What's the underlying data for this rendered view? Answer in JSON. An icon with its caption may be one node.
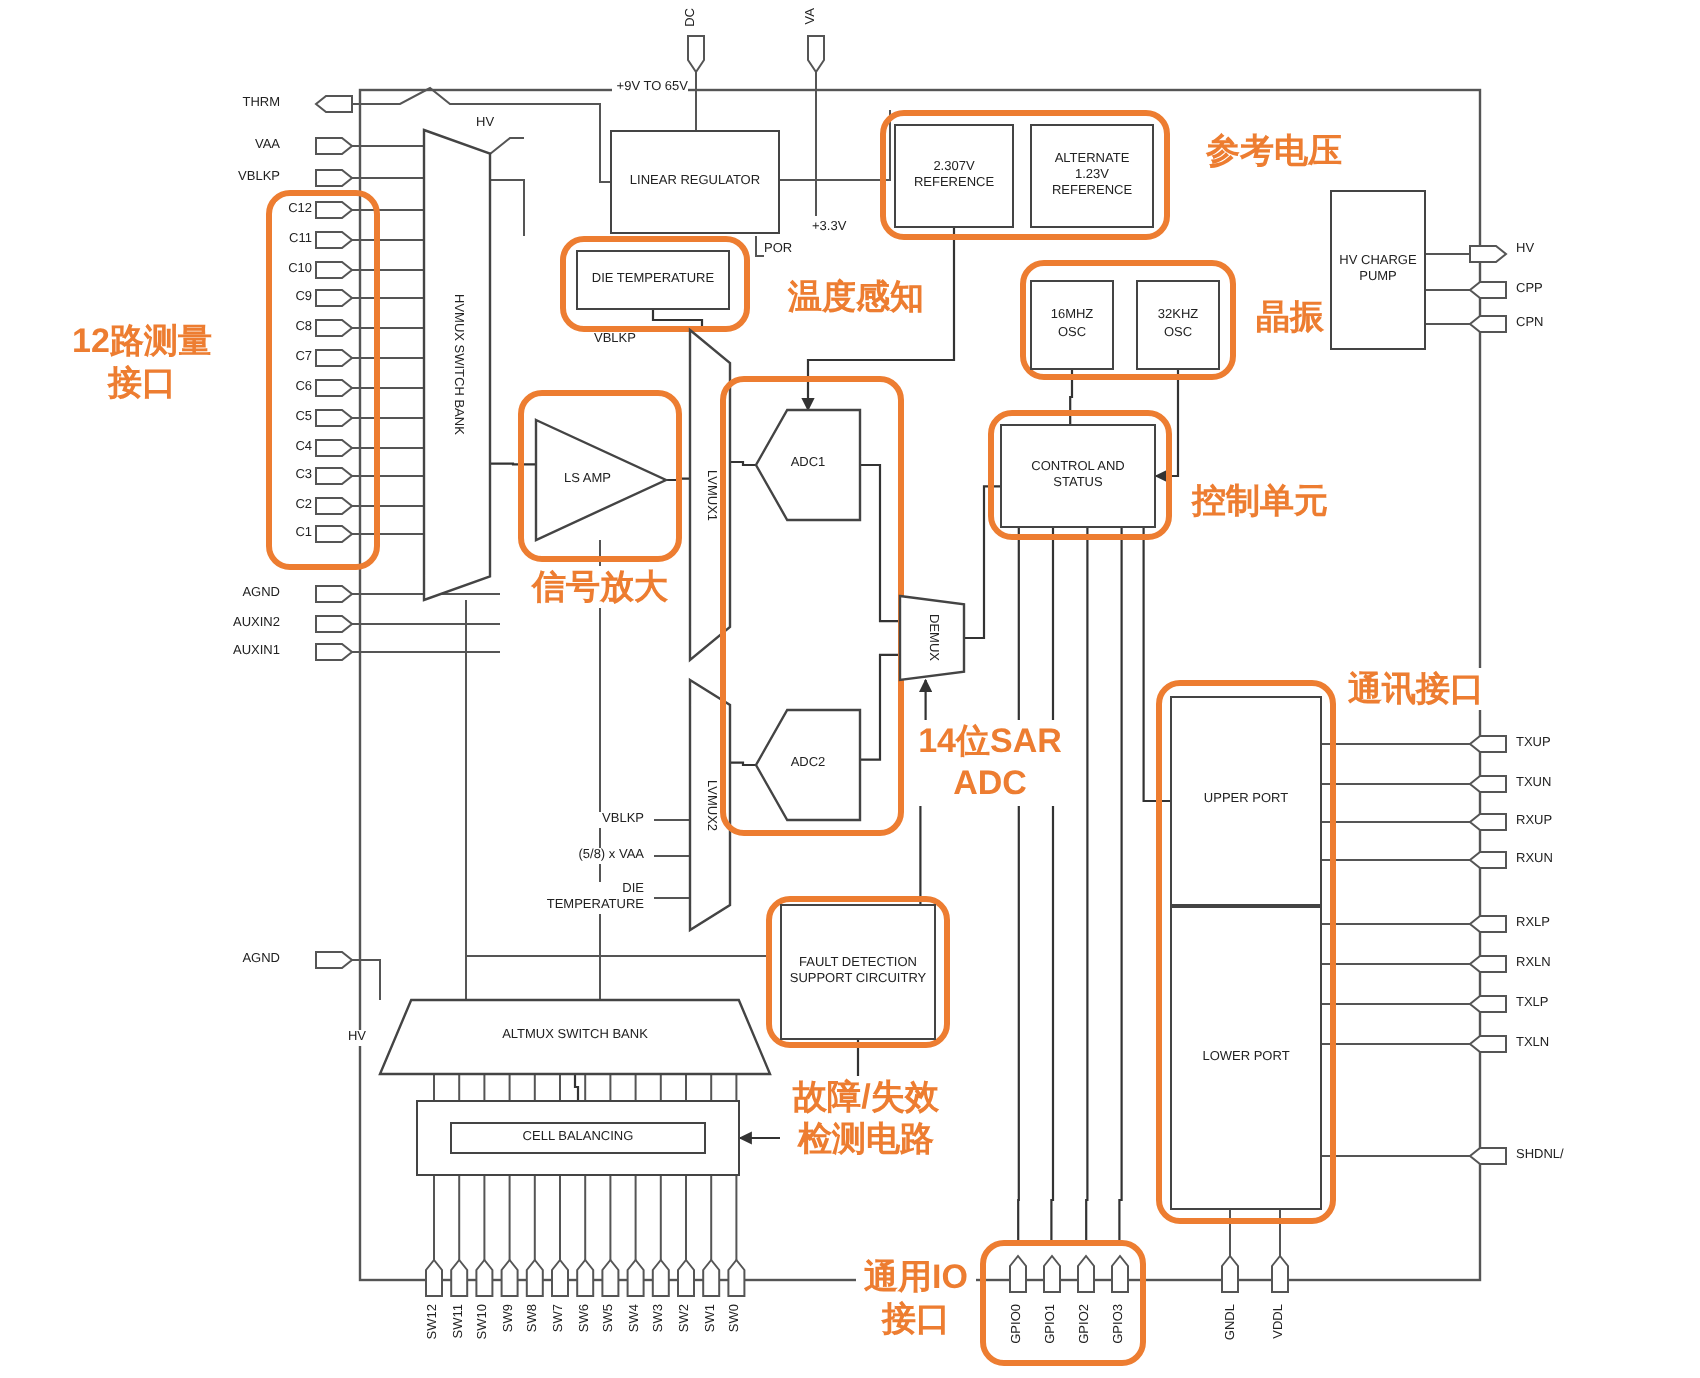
{
  "diagram": {
    "nodes": [
      {
        "text": [
          "12路测量接口"
        ]
      },
      {
        "text": [
          "HVMUX SWITCH BANK"
        ]
      },
      {
        "text": [
          "LINEAR REGULATOR"
        ]
      },
      {
        "text": [
          "温度感知"
        ]
      },
      {
        "text": [
          "DIE TEMPERATURE"
        ],
        "in": 3
      },
      {
        "text": [
          "信号放大"
        ]
      },
      {
        "text": [
          "LS AMP"
        ],
        "in": 5
      },
      {
        "text": [
          "LVMUX1"
        ]
      },
      {
        "text": [
          "LVMUX2"
        ]
      },
      {
        "text": [
          "14位SAR ADC"
        ]
      },
      {
        "text": [
          "ADC1"
        ],
        "in": 9
      },
      {
        "text": [
          "ADC2"
        ],
        "in": 9
      },
      {
        "text": [
          "DEMUX"
        ]
      },
      {
        "text": [
          "参考电压"
        ]
      },
      {
        "text": [
          "2.307V REFERENCE"
        ],
        "in": 13
      },
      {
        "text": [
          "ALTERNATE 1.23V REFERENCE"
        ],
        "in": 13
      },
      {
        "text": [
          "晶振"
        ]
      },
      {
        "text": [
          "16MHZ OSC"
        ],
        "in": 16
      },
      {
        "text": [
          "32KHZ OSC"
        ],
        "in": 16
      },
      {
        "text": [
          "控制单元"
        ]
      },
      {
        "text": [
          "CONTROL AND STATUS"
        ],
        "in": 19
      },
      {
        "text": [
          "HV CHARGE PUMP"
        ]
      },
      {
        "text": [
          "通讯接口"
        ]
      },
      {
        "text": [
          "UPPER PORT"
        ],
        "in": 22
      },
      {
        "text": [
          "LOWER PORT"
        ],
        "in": 22
      },
      {
        "text": [
          "故障/失效检测电路"
        ]
      },
      {
        "text": [
          "FAULT DETECTION SUPPORT CIRCUITRY"
        ],
        "in": 25
      },
      {
        "text": [
          "ALTMUX SWITCH BANK"
        ]
      },
      {
        "text": [
          "CELL BALANCING"
        ]
      },
      {
        "text": [
          "通用IO接口"
        ]
      }
    ],
    "edges": [
      {
        "from": 1,
        "to": 6,
        "arrow": "none"
      },
      {
        "from": 4,
        "to": 7,
        "arrow": "none"
      },
      {
        "from": 6,
        "to": 7,
        "arrow": "none"
      },
      {
        "from": 7,
        "to": 10,
        "arrow": "none"
      },
      {
        "from": 10,
        "to": 12,
        "arrow": "none"
      },
      {
        "from": 11,
        "to": 12,
        "arrow": "none"
      },
      {
        "from": 14,
        "to": 10,
        "arrow": "to"
      },
      {
        "from": 12,
        "to": 20,
        "arrow": "none"
      },
      {
        "from": 17,
        "to": 20,
        "arrow": "none"
      },
      {
        "from": 18,
        "to": 20,
        "arrow": "to"
      },
      {
        "from": 20,
        "to": 23,
        "arrow": "none"
      },
      {
        "from": 26,
        "to": 12,
        "arrow": "to"
      },
      {
        "from": 26,
        "to": 28,
        "arrow": "to"
      },
      {
        "from": 27,
        "to": 28,
        "arrow": "none"
      },
      {
        "from": 8,
        "to": 11,
        "arrow": "none"
      },
      {
        "from": 20,
        "to": 29,
        "arrow": "none"
      },
      {
        "from": 20,
        "to": 29,
        "arrow": "none"
      },
      {
        "from": 20,
        "to": 29,
        "arrow": "none"
      },
      {
        "from": 20,
        "to": 29,
        "arrow": "none"
      }
    ],
    "labels": [
      "DC",
      "VA",
      "+9V TO 65V",
      "THRM",
      "HV",
      "VAA",
      "VBLKP",
      "+3.3V",
      "C12",
      "C11",
      "C10",
      "C9",
      "C8",
      "C7",
      "C6",
      "C5",
      "C4",
      "C3",
      "C2",
      "C1",
      "POR",
      "HV",
      "CPP",
      "CPN",
      "VBLKP",
      "AGND",
      "AUXIN2",
      "AUXIN1",
      "TXUP",
      "TXUN",
      "RXUP",
      "RXUN",
      "VBLKP",
      "(5/8) x VAA",
      "DIE TEMPERATURE",
      "RXLP",
      "RXLN",
      "TXLP",
      "TXLN",
      "AGND",
      "HV",
      "SHDNL/",
      "SW12",
      "SW11",
      "SW10",
      "SW9",
      "SW8",
      "SW7",
      "SW6",
      "SW5",
      "SW4",
      "SW3",
      "SW2",
      "SW1",
      "SW0",
      "GPIO0",
      "GPIO1",
      "GPIO2",
      "GPIO3",
      "GNDL",
      "VDDL"
    ]
  }
}
